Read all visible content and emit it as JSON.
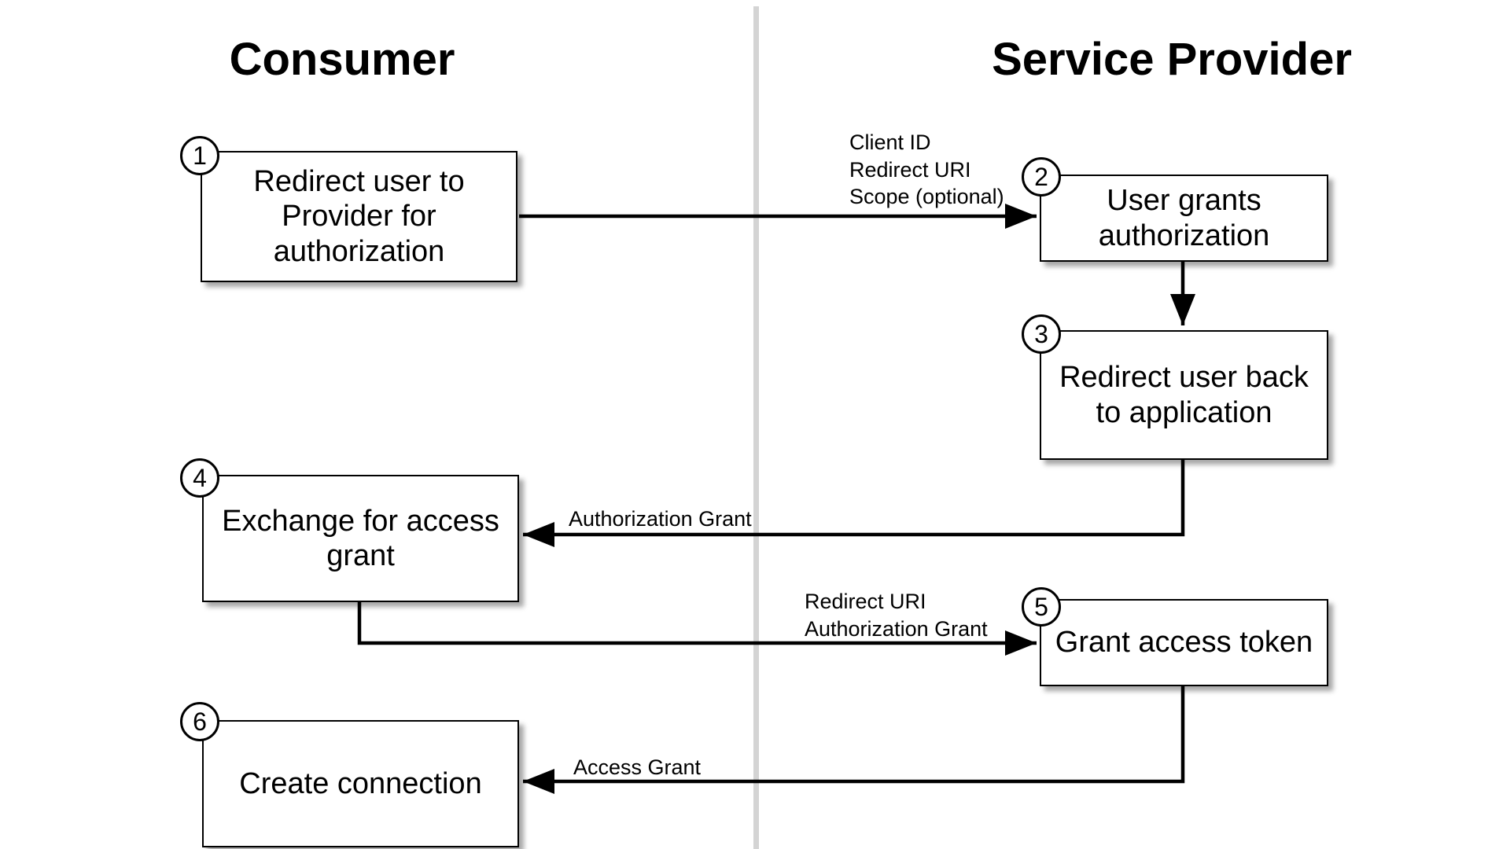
{
  "lanes": {
    "consumer": "Consumer",
    "provider": "Service Provider"
  },
  "steps": [
    {
      "num": "1",
      "label": "Redirect user to\nProvider for\nauthorization"
    },
    {
      "num": "2",
      "label": "User grants\nauthorization"
    },
    {
      "num": "3",
      "label": "Redirect user back\nto application"
    },
    {
      "num": "4",
      "label": "Exchange for access\ngrant"
    },
    {
      "num": "5",
      "label": "Grant access token"
    },
    {
      "num": "6",
      "label": "Create connection"
    }
  ],
  "edge_labels": {
    "step1_to_2": "Client ID\nRedirect URI\nScope (optional)",
    "step3_to_4": "Authorization Grant",
    "step4_to_5": "Redirect URI\nAuthorization Grant",
    "step5_to_6": "Access Grant"
  }
}
